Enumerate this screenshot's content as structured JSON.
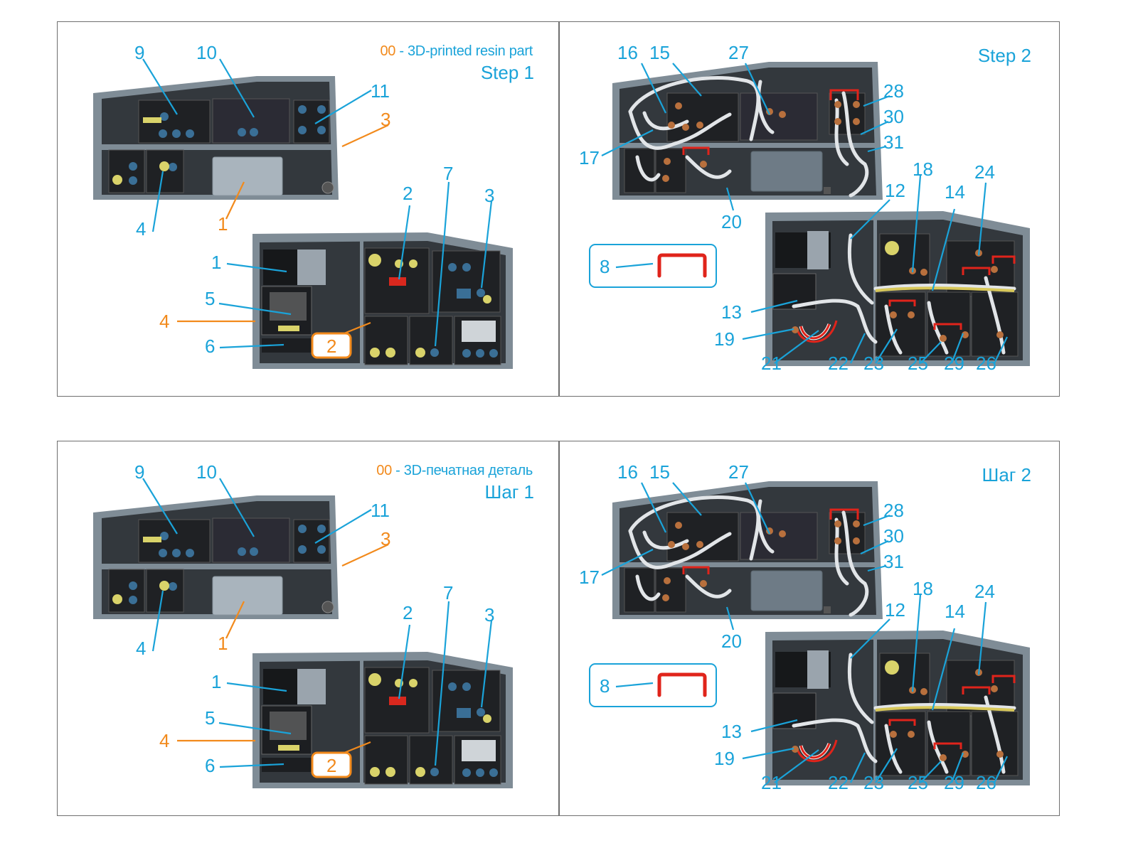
{
  "document": {
    "sheets": [
      {
        "language": "en",
        "step1": {
          "title": "Step 1",
          "legend_code": "00",
          "legend_text": " - 3D-printed resin part",
          "upper_callouts": {
            "c9": "9",
            "c10": "10",
            "c11": "11",
            "c3": "3",
            "c4": "4",
            "c1": "1"
          },
          "lower_callouts": {
            "c1": "1",
            "c5": "5",
            "c4": "4",
            "c6": "6",
            "c2": "2",
            "c7": "7",
            "c3": "3",
            "c2box": "2"
          }
        },
        "step2": {
          "title": "Step 2",
          "upper_callouts": {
            "c16": "16",
            "c15": "15",
            "c27": "27",
            "c28": "28",
            "c30": "30",
            "c31": "31",
            "c17": "17",
            "c20": "20"
          },
          "lower_callouts": {
            "c12": "12",
            "c18": "18",
            "c14": "14",
            "c24": "24",
            "c13": "13",
            "c19": "19",
            "c21": "21",
            "c22": "22",
            "c23": "23",
            "c25": "25",
            "c29": "29",
            "c26": "26"
          },
          "bracket_label": "8"
        }
      },
      {
        "language": "ru",
        "step1": {
          "title": "Шаг 1",
          "legend_code": "00",
          "legend_text": " - 3D-печатная деталь",
          "upper_callouts": {
            "c9": "9",
            "c10": "10",
            "c11": "11",
            "c3": "3",
            "c4": "4",
            "c1": "1"
          },
          "lower_callouts": {
            "c1": "1",
            "c5": "5",
            "c4": "4",
            "c6": "6",
            "c2": "2",
            "c7": "7",
            "c3": "3",
            "c2box": "2"
          }
        },
        "step2": {
          "title": "Шаг 2",
          "upper_callouts": {
            "c16": "16",
            "c15": "15",
            "c27": "27",
            "c28": "28",
            "c30": "30",
            "c31": "31",
            "c17": "17",
            "c20": "20"
          },
          "lower_callouts": {
            "c12": "12",
            "c18": "18",
            "c14": "14",
            "c24": "24",
            "c13": "13",
            "c19": "19",
            "c21": "21",
            "c22": "22",
            "c23": "23",
            "c25": "25",
            "c29": "29",
            "c26": "26"
          },
          "bracket_label": "8"
        }
      }
    ]
  },
  "colors": {
    "callout_blue": "#1aa3d9",
    "resin_orange": "#f28a1c",
    "bracket_red": "#e0241b",
    "tray_gray": "#7f8c96",
    "panel_dark": "#2a2c30"
  }
}
